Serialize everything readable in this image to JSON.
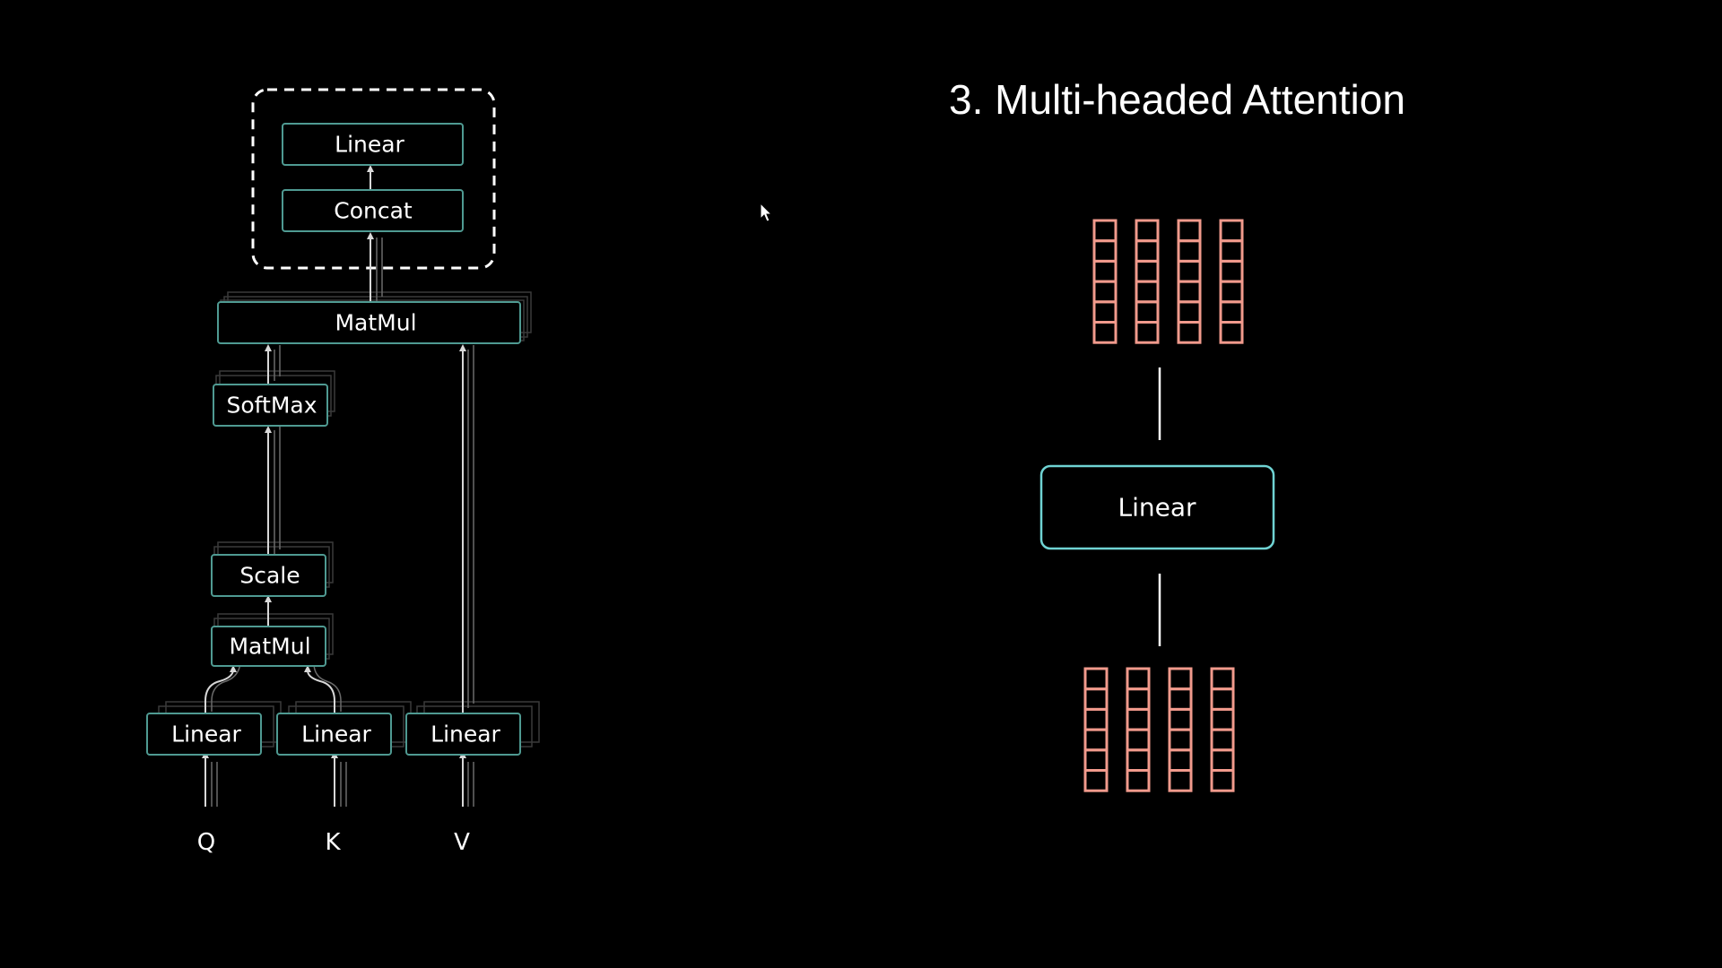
{
  "title": "3. Multi-headed Attention",
  "left_diagram": {
    "nodes": {
      "linear_top": "Linear",
      "concat": "Concat",
      "matmul_top": "MatMul",
      "softmax": "SoftMax",
      "scale": "Scale",
      "matmul_bottom": "MatMul",
      "linear_q": "Linear",
      "linear_k": "Linear",
      "linear_v": "Linear"
    },
    "inputs": {
      "q": "Q",
      "k": "K",
      "v": "V"
    }
  },
  "right_diagram": {
    "linear_label": "Linear",
    "top_vectors": {
      "count": 4,
      "cells_per_vector": 6
    },
    "bottom_vectors": {
      "count": 4,
      "cells_per_vector": 6
    }
  },
  "colors": {
    "background": "#000000",
    "node_border": "#4f9a92",
    "linear_border": "#6fd3d3",
    "vector_cells": "#f19a8c"
  }
}
